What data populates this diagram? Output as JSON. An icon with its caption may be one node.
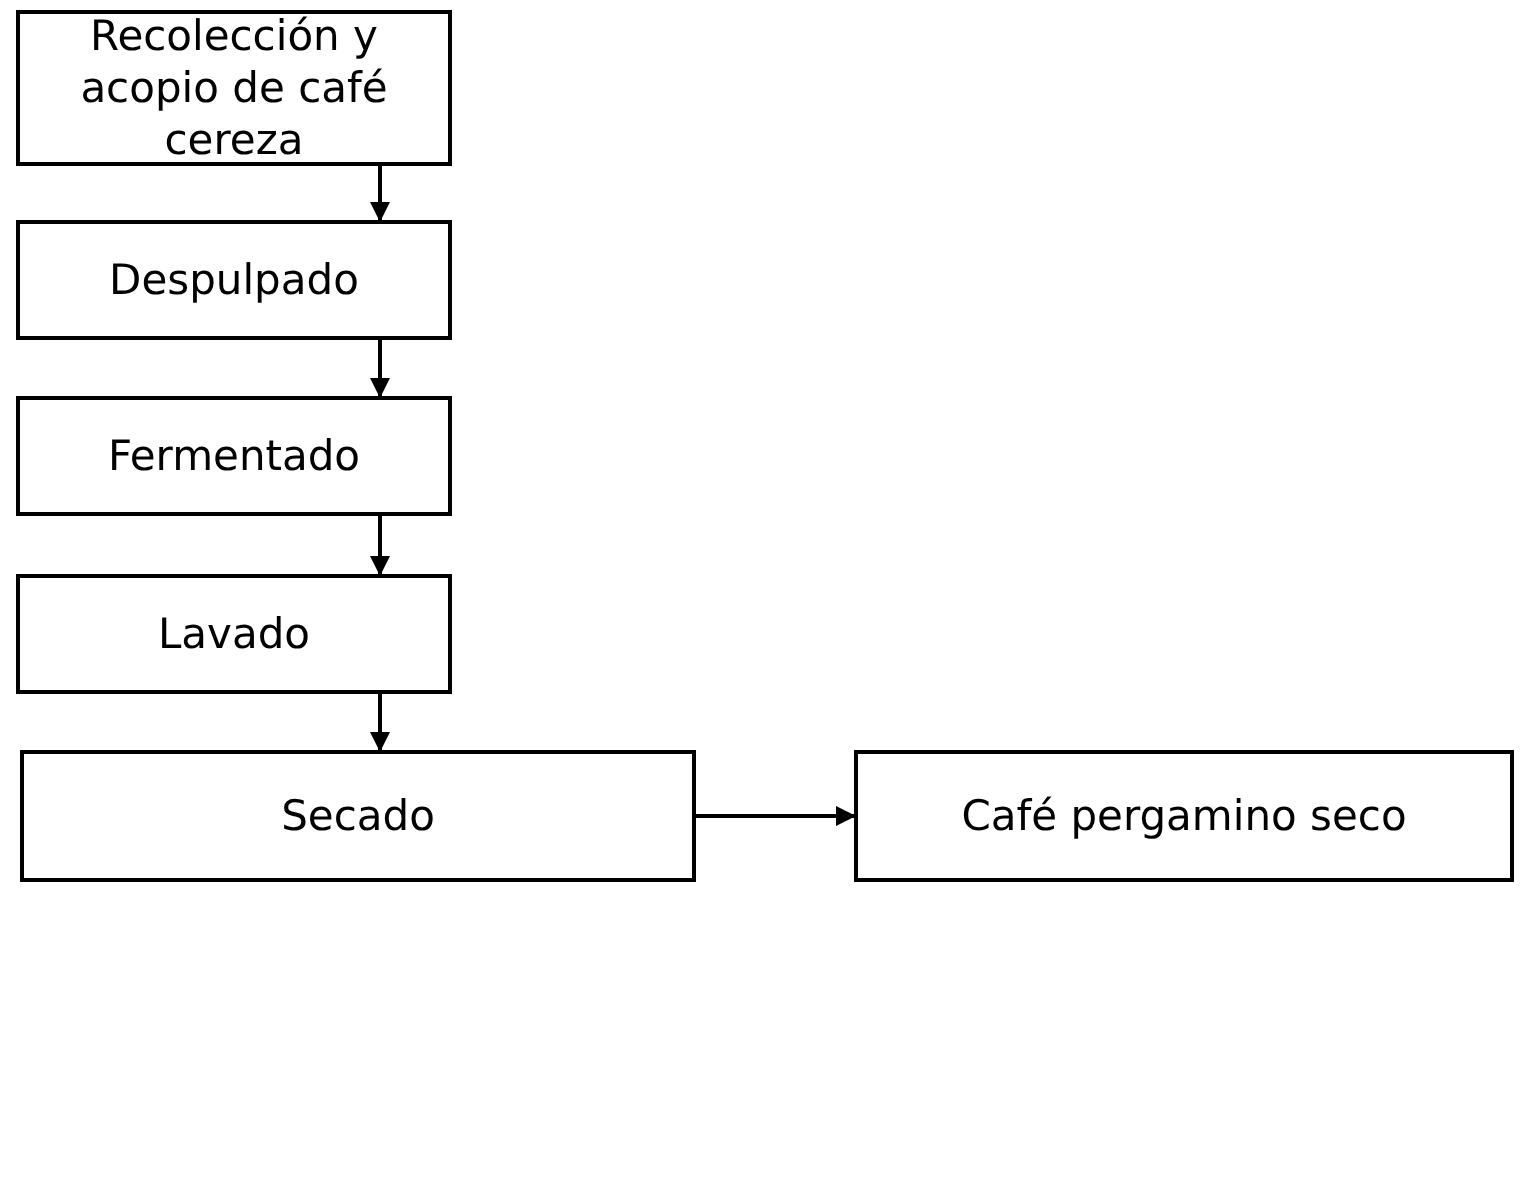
{
  "diagram": {
    "nodes": [
      {
        "text": [
          "Recolección y acopio de café cereza"
        ]
      },
      {
        "text": [
          "Despulpado"
        ]
      },
      {
        "text": [
          "Fermentado"
        ]
      },
      {
        "text": [
          "Lavado"
        ]
      },
      {
        "text": [
          "Secado"
        ]
      },
      {
        "text": [
          "Café pergamino seco"
        ]
      }
    ],
    "edges": [
      {
        "from": 0,
        "to": 1,
        "arrow": "to"
      },
      {
        "from": 1,
        "to": 2,
        "arrow": "to"
      },
      {
        "from": 2,
        "to": 3,
        "arrow": "to"
      },
      {
        "from": 3,
        "to": 4,
        "arrow": "to"
      },
      {
        "from": 4,
        "to": 5,
        "arrow": "to"
      }
    ]
  }
}
